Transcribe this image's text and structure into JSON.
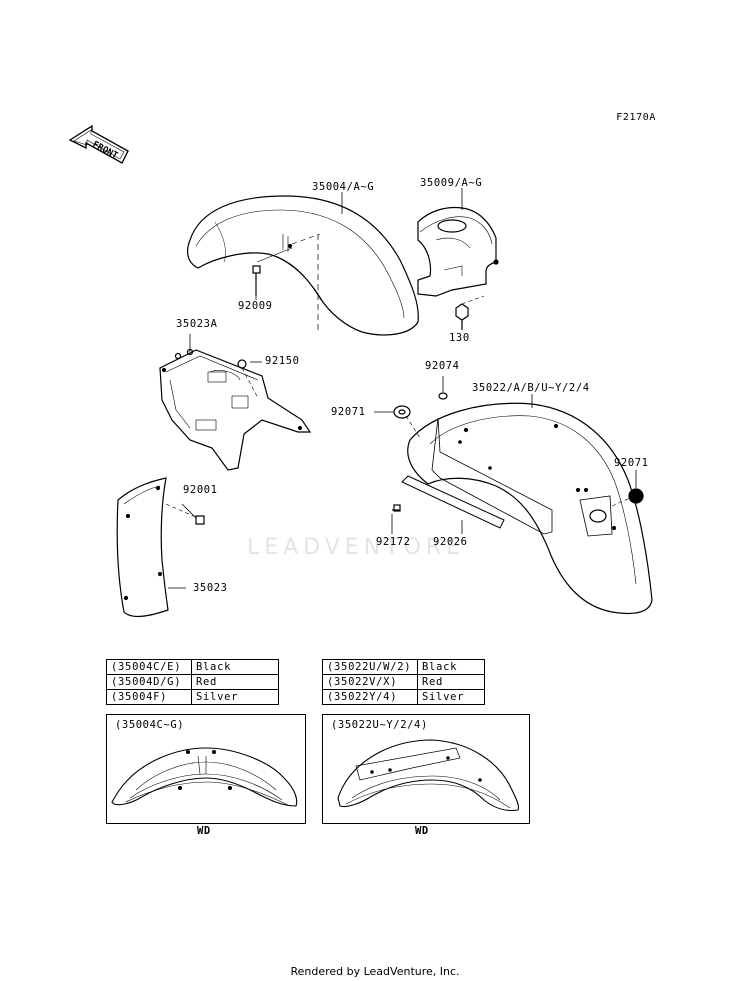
{
  "diagram_code": "F2170A",
  "front_label": "FRONT",
  "watermark": "LEADVENTORE",
  "part_labels": {
    "p35004": "35004/A~G",
    "p35009": "35009/A~G",
    "p92009": "92009",
    "p130": "130",
    "p35023A": "35023A",
    "p92150": "92150",
    "p92074": "92074",
    "p35022": "35022/A/B/U~Y/2/4",
    "p92071a": "92071",
    "p92071b": "92071",
    "p92001": "92001",
    "p35023": "35023",
    "p92172": "92172",
    "p92026": "92026"
  },
  "front_fender_variants": [
    {
      "code": "(35004C/E)",
      "color": "Black"
    },
    {
      "code": "(35004D/G)",
      "color": "Red"
    },
    {
      "code": "(35004F)",
      "color": "Silver"
    }
  ],
  "rear_fender_variants": [
    {
      "code": "(35022U/W/2)",
      "color": "Black"
    },
    {
      "code": "(35022V/X)",
      "color": "Red"
    },
    {
      "code": "(35022Y/4)",
      "color": "Silver"
    }
  ],
  "detail_boxes": {
    "left_title": "(35004C~G)",
    "left_caption": "WD",
    "right_title": "(35022U~Y/2/4)",
    "right_caption": "WD"
  },
  "footer": "Rendered by LeadVenture, Inc."
}
